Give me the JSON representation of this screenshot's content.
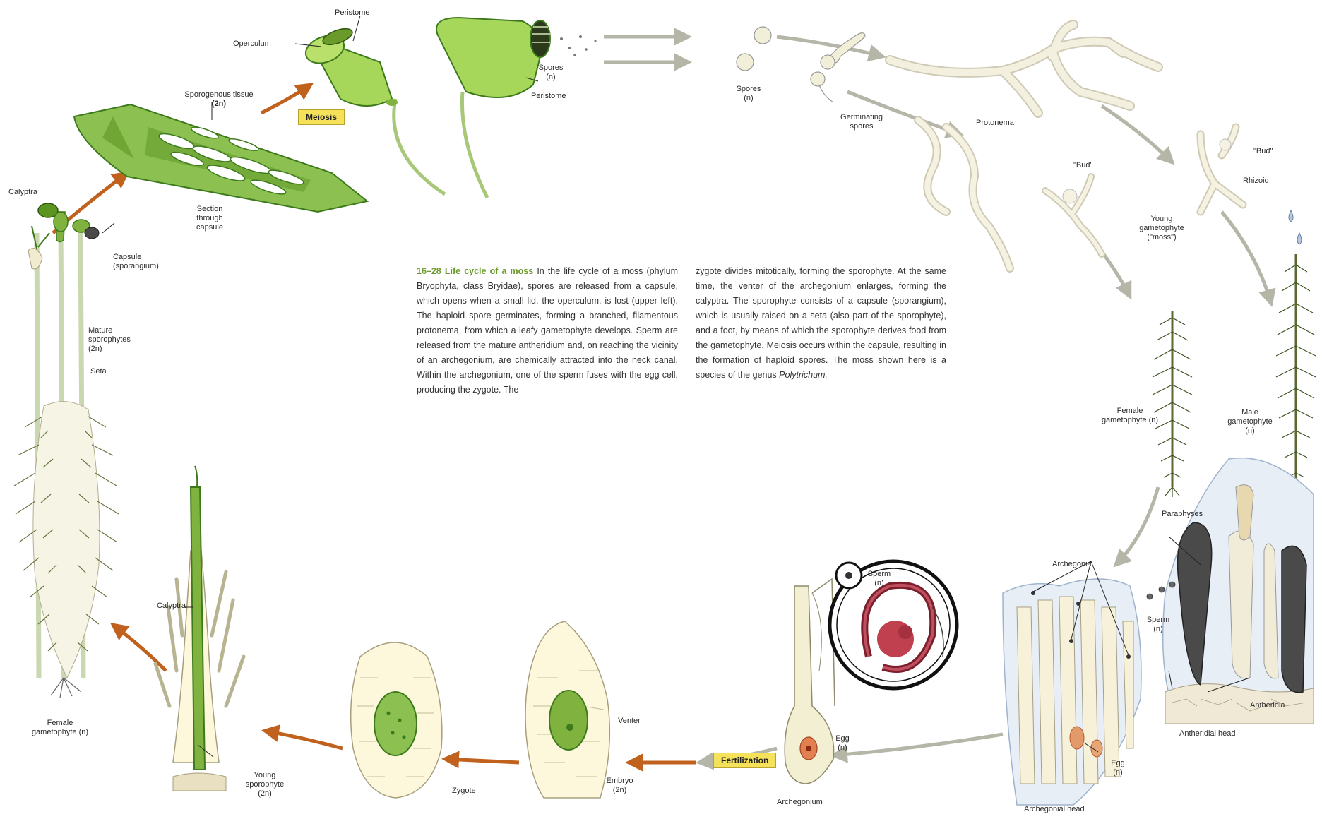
{
  "caption": {
    "figure_number": "16–28",
    "figure_title": "Life cycle of a moss",
    "col1": "In the life cycle of a moss (phylum Bryophyta, class Bryidae), spores are released from a capsule, which opens when a small lid, the operculum, is lost (upper left). The haploid spore germinates, forming a branched, filamentous protonema, from which a leafy gametophyte develops. Sperm are released from the mature antheridium and, on reaching the vicinity of an archegonium, are chemically attracted into the neck canal. Within the archegonium, one of the sperm fuses with the egg cell, producing the zygote. The",
    "col2a": "zygote divides mitotically, forming the sporophyte. At the same time, the venter of the archegonium enlarges, forming the calyptra. The sporophyte consists of a capsule (sporangium), which is usually raised on a seta (also part of the sporophyte), and a foot, by means of which the sporophyte derives food from the gametophyte. Meiosis occurs within the capsule, resulting in the formation of haploid spores. The moss shown here is a species of the genus",
    "col2_genus": "Polytrichum."
  },
  "stages": {
    "meiosis": "Meiosis",
    "fertilization": "Fertilization"
  },
  "labels": {
    "peristome_top": "Peristome",
    "operculum": "Operculum",
    "sporogenous_tissue": "Sporogenous tissue",
    "sporogenous_ploidy": "(2n)",
    "section_capsule": "Section through capsule",
    "spores_2": "Spores (n)",
    "peristome_lower": "Peristome",
    "spores_1": "Spores (n)",
    "germinating_spores": "Germinating spores",
    "protonema": "Protonema",
    "bud_left": "\"Bud\"",
    "bud_right": "\"Bud\"",
    "rhizoid": "Rhizoid",
    "young_gametophyte": "Young gametophyte (\"moss\")",
    "calyptra_top": "Calyptra",
    "capsule": "Capsule (sporangium)",
    "mature_sporophytes": "Mature sporophytes (2n)",
    "seta": "Seta",
    "female_gametophyte_left": "Female gametophyte (n)",
    "female_gametophyte_right": "Female gametophyte (n)",
    "male_gametophyte": "Male gametophyte (n)",
    "paraphyses": "Paraphyses",
    "antheridia": "Antheridia",
    "antheridial_head": "Antheridial head",
    "sperm_right": "Sperm (n)",
    "sperm_top": "Sperm (n)",
    "archegonia": "Archegonia",
    "egg_right": "Egg (n)",
    "archegonial_head": "Archegonial head",
    "egg_archegonium": "Egg (n)",
    "archegonium": "Archegonium",
    "venter": "Venter",
    "embryo": "Embryo (2n)",
    "zygote": "Zygote",
    "calyptra_left": "Calyptra",
    "young_sporophyte": "Young sporophyte (2n)"
  },
  "colors": {
    "plant_green": "#8cc152",
    "dark_green": "#3d7a1c",
    "arrow_orange": "#c0621e",
    "arrow_gray": "#b5b5a8",
    "stage_tag": "#f6e25a",
    "dark_red": "#7a1f2b"
  }
}
